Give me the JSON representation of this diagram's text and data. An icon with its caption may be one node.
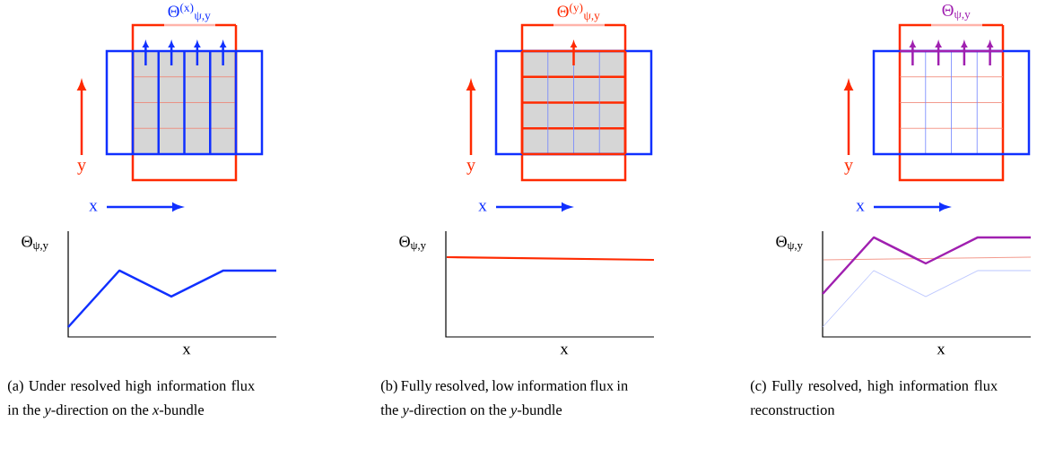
{
  "diagram": {
    "labels": [
      "Θ$^{(x)}$$_{ψ,y}$",
      "y",
      "x",
      "Θ$_{ψ,y}$",
      "x",
      "(a) Under resolved high information flux in the *y*-direction on the *x*-bundle",
      "Θ$^{(y)}$$_{ψ,y}$",
      "y",
      "x",
      "Θ$_{ψ,y}$",
      "x",
      "(b) Fully resolved, low information flux in the *y*-direction on the *y*-bundle",
      "Θ$_{ψ,y}$",
      "y",
      "x",
      "Θ$_{ψ,y}$",
      "x",
      "(c) Fully resolved, high information flux reconstruction"
    ]
  }
}
